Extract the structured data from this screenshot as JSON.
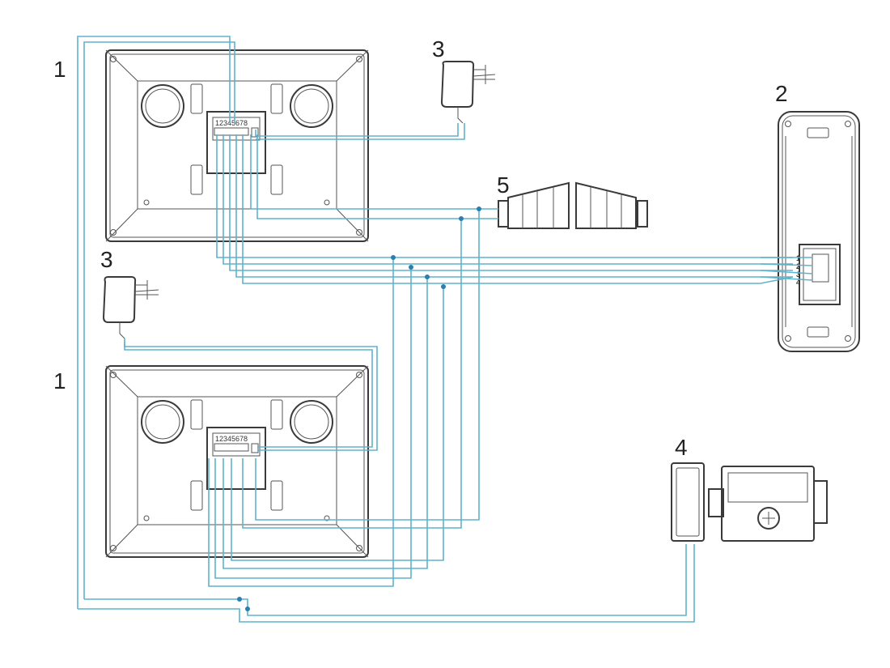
{
  "callouts": {
    "monitor_top": "1",
    "monitor_bottom": "1",
    "outdoor_station": "2",
    "psu_top": "3",
    "psu_mid": "3",
    "lock": "4",
    "gate": "5"
  },
  "terminals": {
    "monitor_top_strip": "12345678",
    "monitor_bottom_strip": "12345678",
    "outdoor_strip": [
      "1",
      "2",
      "3",
      "4"
    ]
  },
  "colors": {
    "wire": "#5fb3cc",
    "junction": "#2a7fb0",
    "outline": "#3a3a3a"
  }
}
